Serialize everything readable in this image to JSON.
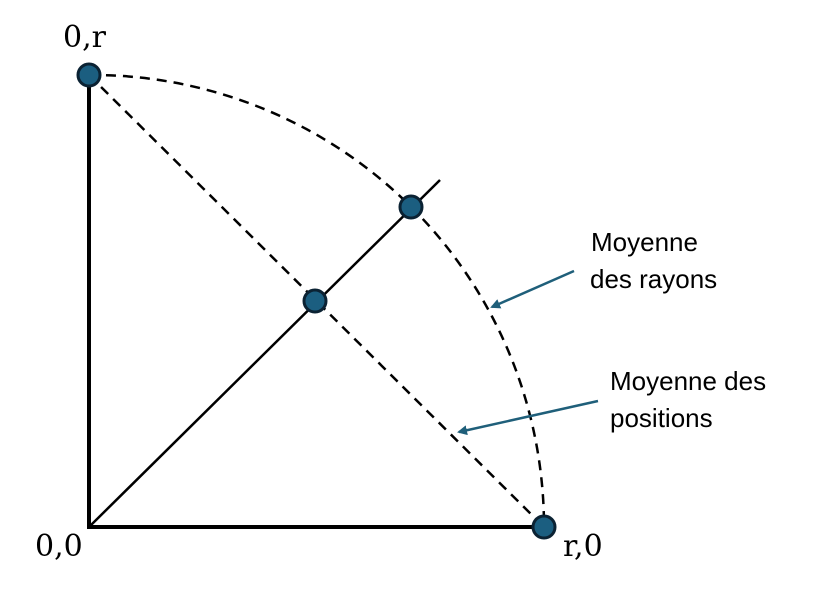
{
  "diagram": {
    "labels": {
      "origin": "0,0",
      "top": "0,r",
      "right": "r,0"
    },
    "annotations": {
      "radius_mean": [
        "Moyenne",
        "des rayons"
      ],
      "position_mean": [
        "Moyenne des",
        "positions"
      ]
    },
    "colors": {
      "point_fill": "#1b5e80",
      "point_stroke": "#0b2233",
      "arrow": "#1f5f7a",
      "line": "#000000"
    }
  }
}
